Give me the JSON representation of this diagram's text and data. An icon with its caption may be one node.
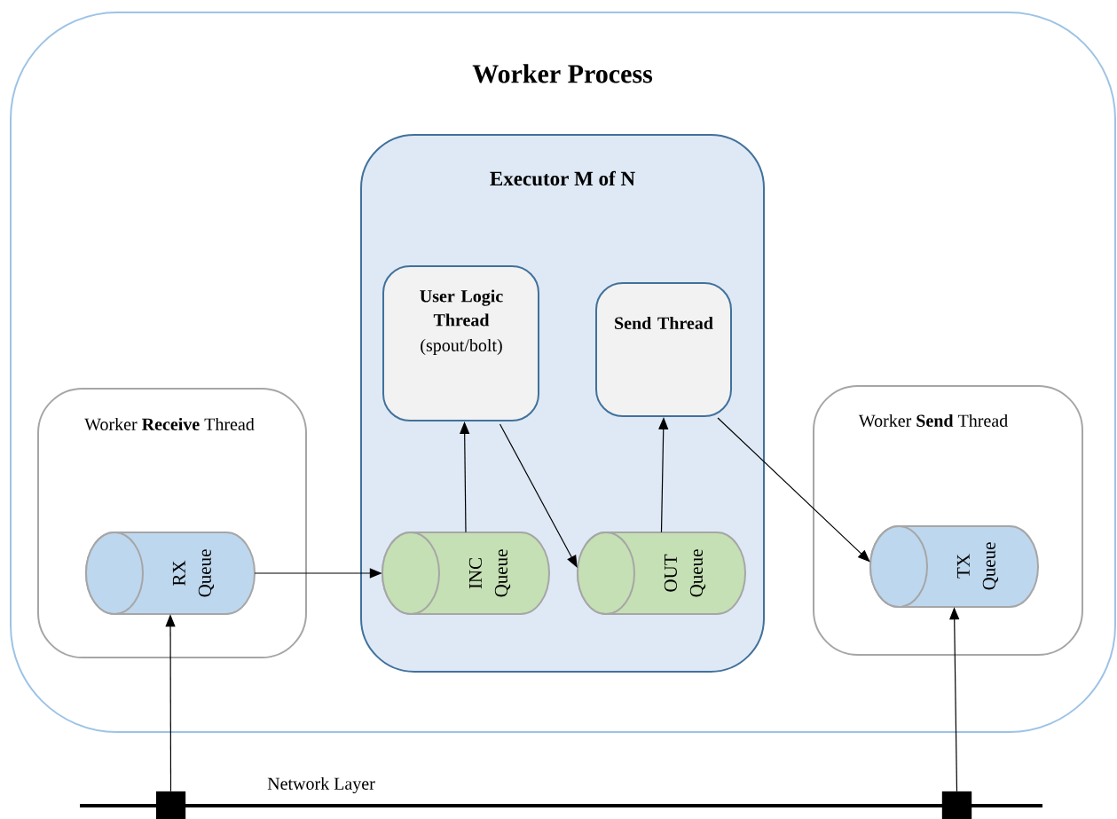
{
  "diagram": {
    "nodes": [
      {
        "text": [
          "Worker Process"
        ]
      },
      {
        "text": [
          "Worker  **Receive** Thread"
        ],
        "in": 0
      },
      {
        "text": [
          "RX Queue"
        ],
        "in": 1
      },
      {
        "text": [
          "Executor M of N"
        ],
        "in": 0
      },
      {
        "text": [
          "User Logic Thread",
          "(spout/bolt)"
        ],
        "in": 3
      },
      {
        "text": [
          "Send Thread"
        ],
        "in": 3
      },
      {
        "text": [
          "INC Queue"
        ],
        "in": 3
      },
      {
        "text": [
          "OUT Queue"
        ],
        "in": 3
      },
      {
        "text": [
          "Worker  **Send** Thread"
        ],
        "in": 0
      },
      {
        "text": [
          "TX Queue"
        ],
        "in": 8
      },
      {
        "text": [],
        "shape": "box"
      },
      {
        "text": [],
        "shape": "box"
      }
    ],
    "edges": [
      {
        "from": 10,
        "to": 2,
        "arrow": "to"
      },
      {
        "from": 2,
        "to": 6,
        "arrow": "to"
      },
      {
        "from": 6,
        "to": 4,
        "arrow": "to"
      },
      {
        "from": 4,
        "to": 7,
        "arrow": "to"
      },
      {
        "from": 7,
        "to": 5,
        "arrow": "to"
      },
      {
        "from": 5,
        "to": 9,
        "arrow": "to"
      },
      {
        "from": 11,
        "to": 9,
        "arrow": "to"
      }
    ],
    "labels": [
      "Network Layer"
    ]
  }
}
